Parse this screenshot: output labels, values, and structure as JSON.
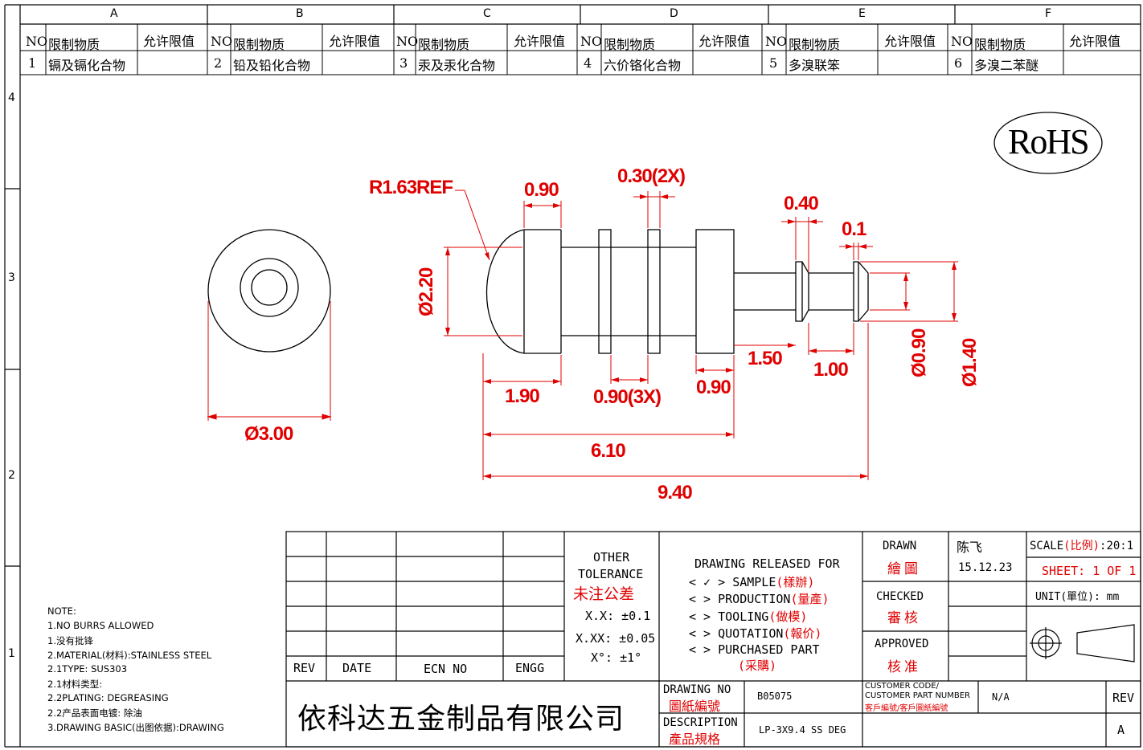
{
  "zones": {
    "columns": [
      "A",
      "B",
      "C",
      "D",
      "E",
      "F"
    ],
    "rows": [
      "4",
      "3",
      "2",
      "1"
    ]
  },
  "restricted_table": {
    "header": {
      "no": "NO",
      "substance": "限制物质",
      "limit": "允许限值"
    },
    "items": [
      {
        "no": "1",
        "substance": "镉及镉化合物",
        "limit": ""
      },
      {
        "no": "2",
        "substance": "铅及铅化合物",
        "limit": ""
      },
      {
        "no": "3",
        "substance": "汞及汞化合物",
        "limit": ""
      },
      {
        "no": "4",
        "substance": "六价铬化合物",
        "limit": ""
      },
      {
        "no": "5",
        "substance": "多溴联笨",
        "limit": ""
      },
      {
        "no": "6",
        "substance": "多溴二苯醚",
        "limit": ""
      }
    ]
  },
  "rohs": "RoHS",
  "dimensions": {
    "r_ref": "R1.63REF",
    "head_len": "0.90",
    "flange_w": "0.30(2X)",
    "groove_w": "0.40",
    "groove_d": "0.1",
    "head_dia": "Ø2.20",
    "tip_dia": "Ø0.90",
    "tip_max_dia": "Ø1.40",
    "neck_len": "1.50",
    "tip_len": "1.00",
    "shoulder_len": "0.90",
    "pitch": "0.90(3X)",
    "body_len": "1.90",
    "len_6": "6.10",
    "total_len": "9.40",
    "outer_dia": "Ø3.00"
  },
  "notes": [
    "NOTE:",
    "1.NO BURRS ALLOWED",
    "1.没有批锋",
    "2.MATERIAL(材料):STAINLESS STEEL",
    "2.1TYPE: SUS303",
    "2.1材料类型:",
    "2.2PLATING: DEGREASING",
    "2.2产品表面电镀: 除油",
    "3.DRAWING BASIC(出图依据):DRAWING"
  ],
  "title_block": {
    "rev_headers": {
      "rev": "REV",
      "date": "DATE",
      "ecn": "ECN NO",
      "engg": "ENGG"
    },
    "tolerance": {
      "line1": "OTHER",
      "line2": "TOLERANCE",
      "cn": "未注公差",
      "xx": "X.X: ±0.1",
      "xxx": "X.XX: ±0.05",
      "angle": "X°: ±1°"
    },
    "release": {
      "title": "DRAWING RELEASED FOR",
      "options": [
        {
          "mark": "< ✓ >",
          "en": "SAMPLE",
          "cn": "(樣辦)"
        },
        {
          "mark": "<     >",
          "en": "PRODUCTION",
          "cn": "(量產)"
        },
        {
          "mark": "<     >",
          "en": "TOOLING",
          "cn": "(做模)"
        },
        {
          "mark": "<     >",
          "en": "QUOTATION",
          "cn": "(報价)"
        },
        {
          "mark": "<     >",
          "en": "PURCHASED PART",
          "cn": "(采購)"
        }
      ]
    },
    "drawn_en": "DRAWN",
    "drawn_cn": "繪圖",
    "drawn_by": "陈飞",
    "drawn_date": "15.12.23",
    "checked_en": "CHECKED",
    "checked_cn": "審核",
    "approved_en": "APPROVED",
    "approved_cn": "核准",
    "scale_en": "SCALE",
    "scale_cn": "(比例)",
    "scale_val": ":20:1",
    "sheet": "SHEET:  1 OF 1",
    "unit_en": "UNIT",
    "unit_cn": "(單位)",
    "unit_val": ":  mm",
    "company": "依科达五金制品有限公司",
    "drawing_no_en": "DRAWING NO",
    "drawing_no_cn": "圖紙編號",
    "drawing_no": "B05075",
    "customer_code_1": "CUSTOMER CODE/",
    "customer_code_2": "CUSTOMER PART NUMBER",
    "customer_code_cn": "客戶編號/客戶圖紙編號",
    "customer_code_val": "N/A",
    "rev_label": "REV",
    "rev_val": "A",
    "desc_en": "DESCRIPTION",
    "desc_cn": "產品規格",
    "desc_val": "LP-3X9.4 SS DEG"
  },
  "colors": {
    "dimension": "#e00000",
    "line": "#000000"
  }
}
